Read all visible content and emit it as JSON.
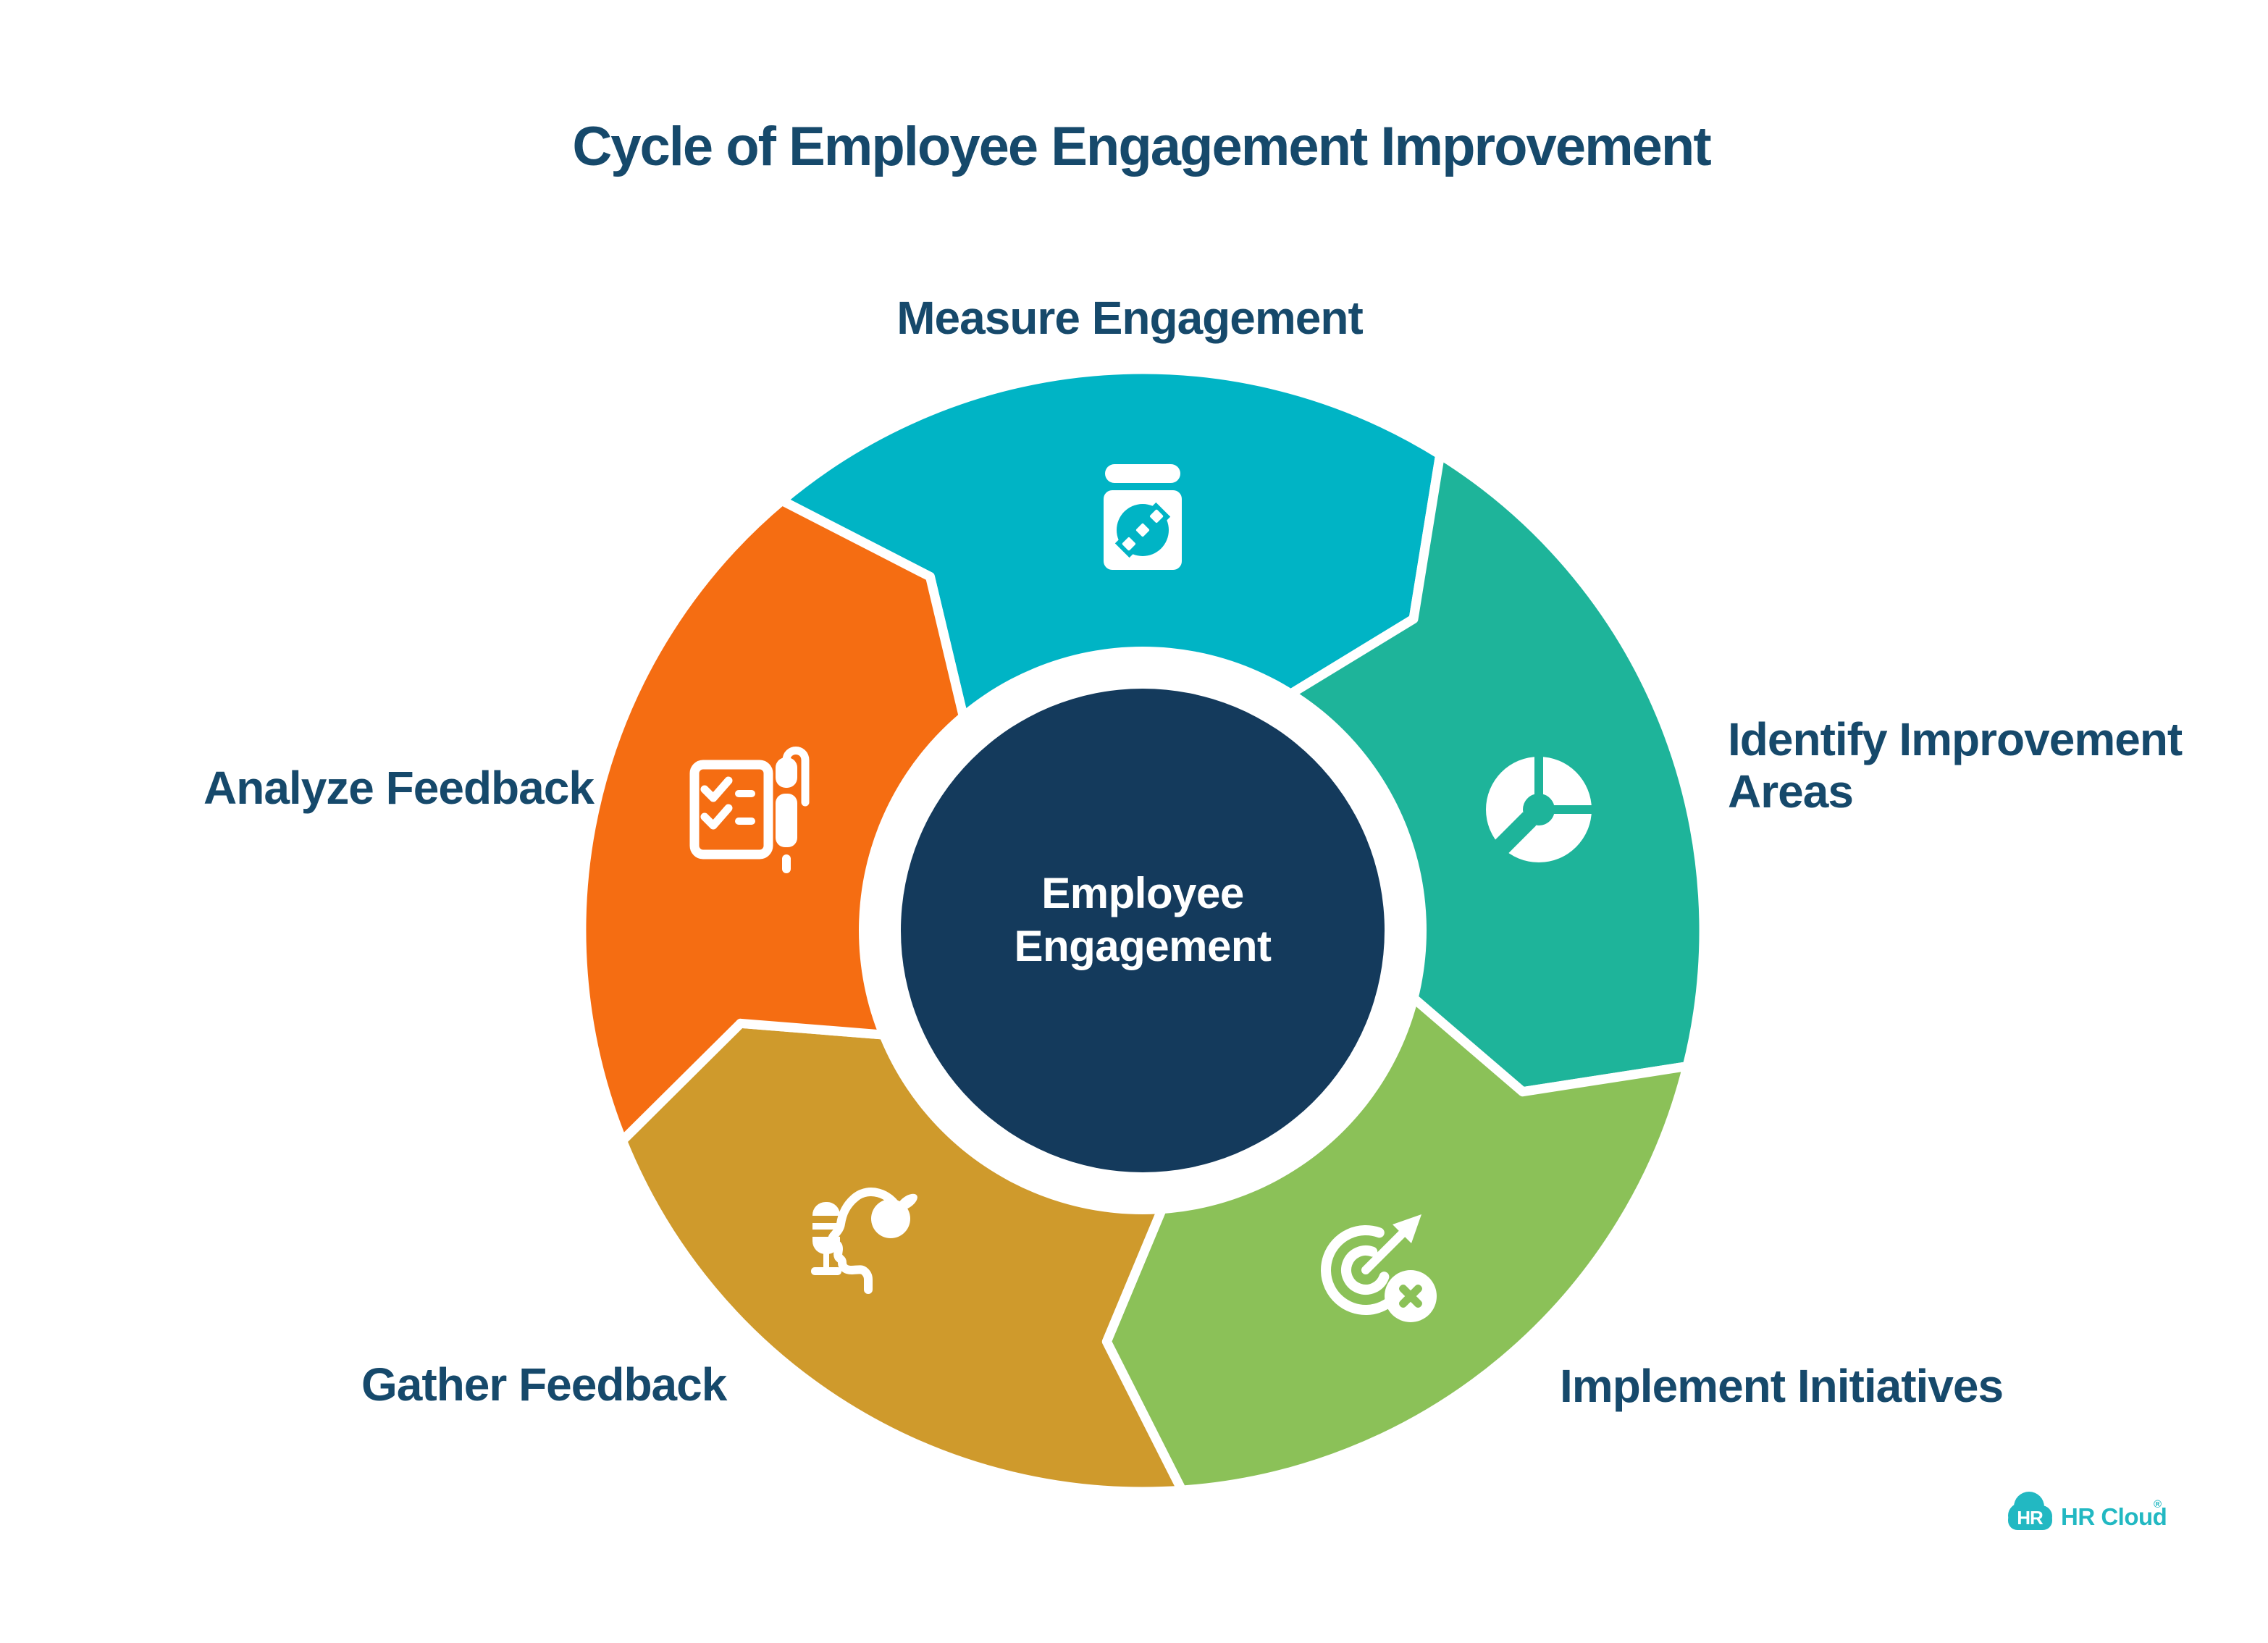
{
  "title": "Cycle of Employee Engagement Improvement",
  "text_color": "#16496b",
  "center": {
    "line1": "Employee",
    "line2": "Engagement",
    "color": "#143a5c",
    "text_color": "#ffffff"
  },
  "segments": [
    {
      "name": "measure-engagement",
      "label": "Measure Engagement",
      "color": "#00b4c5",
      "icon": "survey-report-icon"
    },
    {
      "name": "identify-improvement-areas",
      "label": "Identify Improvement Areas",
      "label_lines": [
        "Identify Improvement",
        "Areas"
      ],
      "color": "#1eb49a",
      "icon": "pie-chart-icon"
    },
    {
      "name": "implement-initiatives",
      "label": "Implement Initiatives",
      "color": "#8bc158",
      "icon": "target-arrow-icon"
    },
    {
      "name": "gather-feedback",
      "label": "Gather Feedback",
      "color": "#cf9a2c",
      "icon": "microphone-speech-icon"
    },
    {
      "name": "analyze-feedback",
      "label": "Analyze Feedback",
      "color": "#f56d12",
      "icon": "checklist-pen-icon"
    }
  ],
  "logo": {
    "badge_text": "HR",
    "brand_text": "HR Cloud",
    "registered_mark": "®",
    "color": "#22b8c2"
  }
}
